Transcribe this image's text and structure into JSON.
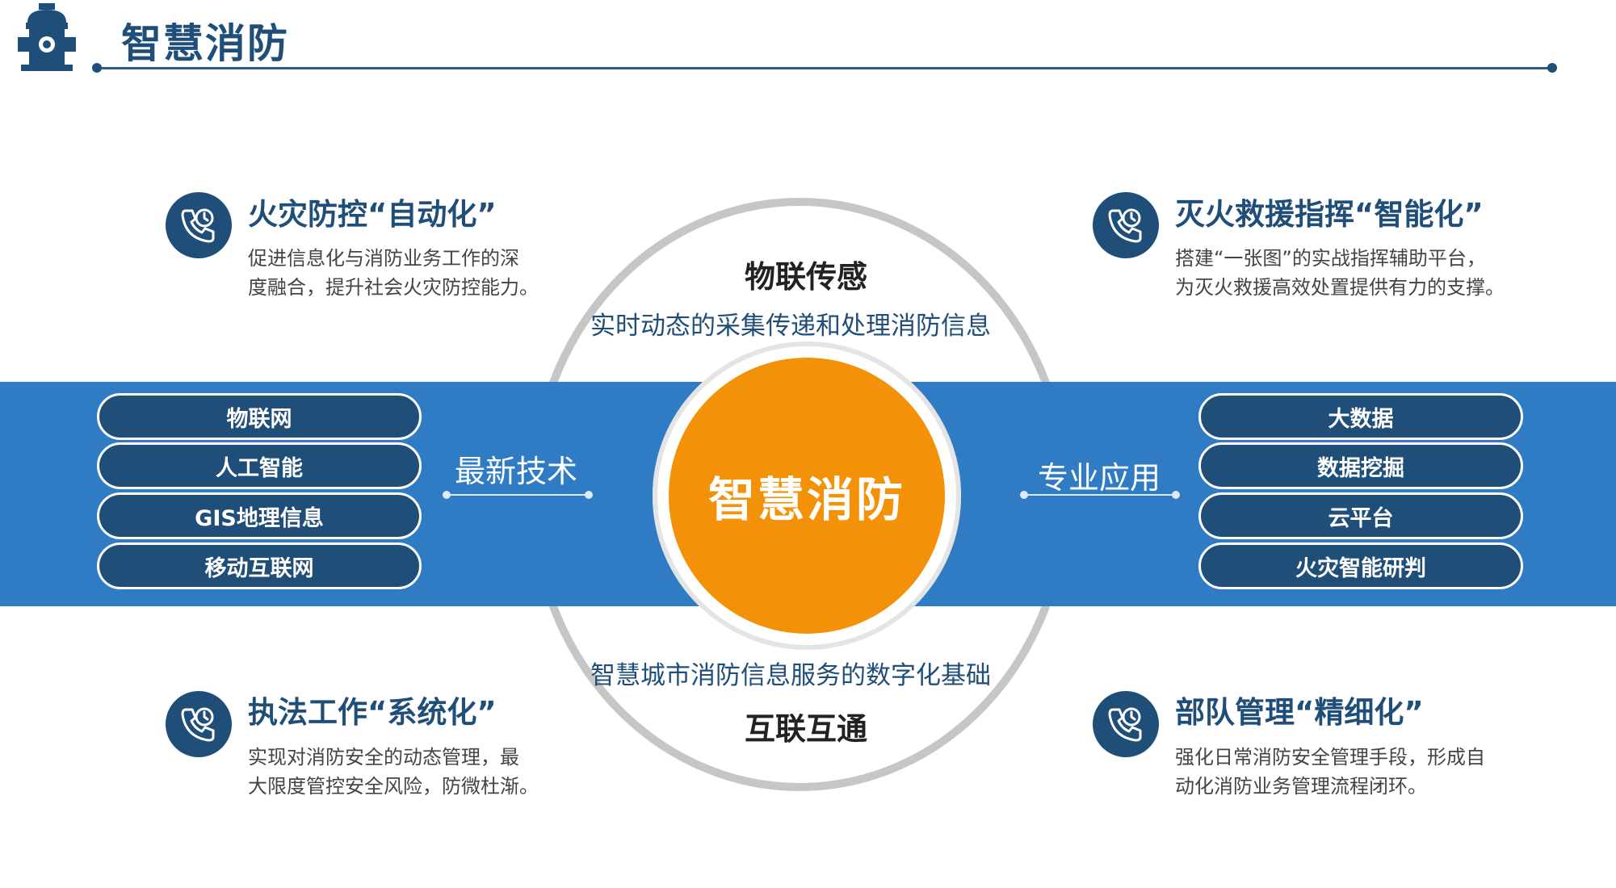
{
  "header": {
    "title": "智慧消防"
  },
  "center": {
    "label": "智慧消防"
  },
  "ring": {
    "top_heading": "物联传感",
    "top_subtitle": "实时动态的采集传递和处理消防信息",
    "bottom_subtitle": "智慧城市消防信息服务的数字化基础",
    "bottom_heading": "互联互通"
  },
  "left": {
    "connector_label": "最新技术",
    "items": [
      "物联网",
      "人工智能",
      "GIS地理信息",
      "移动互联网"
    ]
  },
  "right": {
    "connector_label": "专业应用",
    "items": [
      "大数据",
      "数据挖掘",
      "云平台",
      "火灾智能研判"
    ]
  },
  "corners": [
    {
      "title": "火灾防控“自动化”",
      "lines": [
        "促进信息化与消防业务工作的深",
        "度融合，提升社会火灾防控能力。"
      ],
      "icon": "phone-clock-icon"
    },
    {
      "title": "灭火救援指挥“智能化”",
      "lines": [
        "搭建“一张图”的实战指挥辅助平台，",
        "为灭火救援高效处置提供有力的支撑。"
      ],
      "icon": "phone-clock-icon"
    },
    {
      "title": "执法工作“系统化”",
      "lines": [
        "实现对消防安全的动态管理，最",
        "大限度管控安全风险，防微杜渐。"
      ],
      "icon": "phone-clock-icon"
    },
    {
      "title": "部队管理“精细化”",
      "lines": [
        "强化日常消防安全管理手段，形成自",
        "动化消防业务管理流程闭环。"
      ],
      "icon": "phone-clock-icon"
    }
  ],
  "colors": {
    "navy": "#1f4e79",
    "band_blue": "#2f7bc4",
    "orange": "#f39208",
    "ring_gray": "#c6c6c6"
  }
}
